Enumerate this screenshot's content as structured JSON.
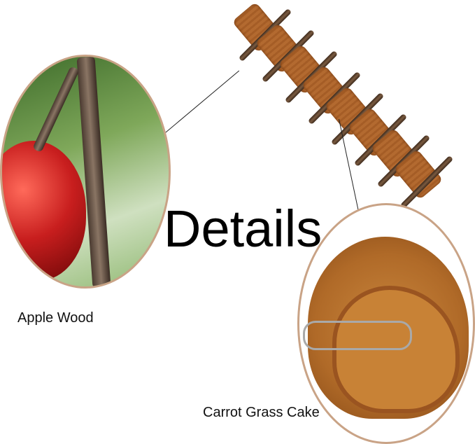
{
  "title": "Details",
  "labels": {
    "apple_wood": "Apple Wood",
    "carrot_grass_cake": "Carrot Grass Cake"
  },
  "colors": {
    "circle_border": "#c9a386",
    "cake": "#b06a28",
    "apple": "#c81e1e"
  }
}
